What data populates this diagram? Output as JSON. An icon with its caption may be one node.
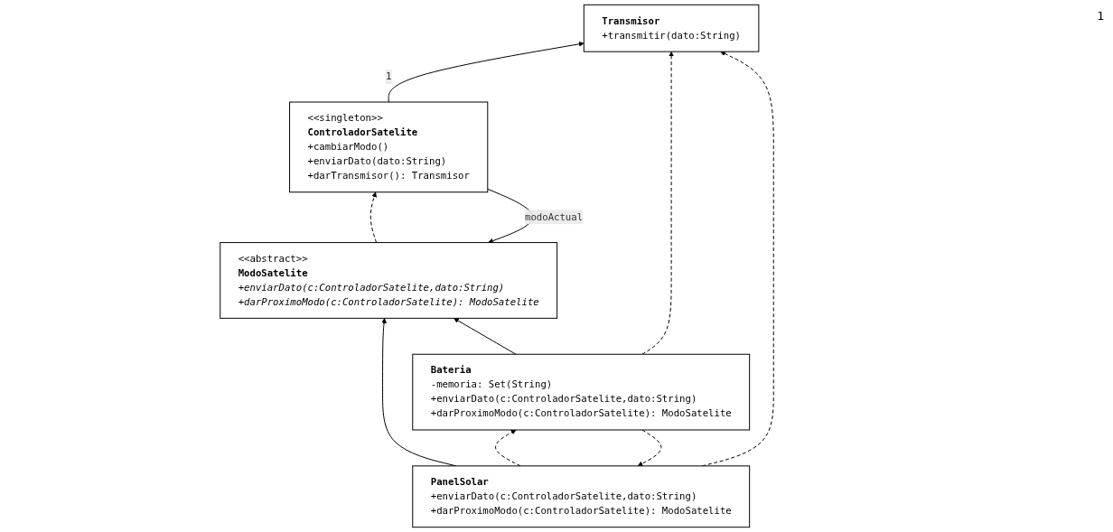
{
  "diagram": {
    "nodes": [
      {
        "text": [
          "<<singleton>>",
          "ControladorSatelite",
          "+cambiarModo()",
          "+enviarDato(dato:String)",
          "+darTransmisor(): Transmisor"
        ]
      },
      {
        "text": [
          "Transmisor",
          "+transmitir(dato:String)"
        ]
      },
      {
        "text": [
          "<<abstract>>",
          "ModoSatelite",
          "+enviarDato(c:ControladorSatelite,dato:String)",
          "+darProximoModo(c:ControladorSatelite): ModoSatelite"
        ]
      },
      {
        "text": [
          "PanelSolar",
          "+enviarDato(c:ControladorSatelite,dato:String)",
          "+darProximoModo(c:ControladorSatelite): ModoSatelite"
        ]
      },
      {
        "text": [
          "Bateria",
          "-memoria: Set(String)",
          "+enviarDato(c:ControladorSatelite,dato:String)",
          "+darProximoModo(c:ControladorSatelite): ModoSatelite"
        ]
      }
    ],
    "edges": [
      {
        "from": 0,
        "to": 1,
        "arrow": "to",
        "label": "1"
      },
      {
        "from": 0,
        "to": 2,
        "arrow": "to",
        "label": "modoActual"
      },
      {
        "from": 2,
        "to": 0,
        "arrow": "to",
        "style": "dashed"
      },
      {
        "from": 3,
        "to": 2,
        "arrow": "to"
      },
      {
        "from": 4,
        "to": 2,
        "arrow": "to"
      },
      {
        "from": 3,
        "to": 4,
        "arrow": "to",
        "style": "dashed"
      },
      {
        "from": 4,
        "to": 3,
        "arrow": "to",
        "style": "dashed"
      },
      {
        "from": 4,
        "to": 1,
        "arrow": "to",
        "style": "dashed"
      },
      {
        "from": 3,
        "to": 1,
        "arrow": "to",
        "style": "dashed"
      }
    ],
    "labels": [
      "1"
    ]
  }
}
